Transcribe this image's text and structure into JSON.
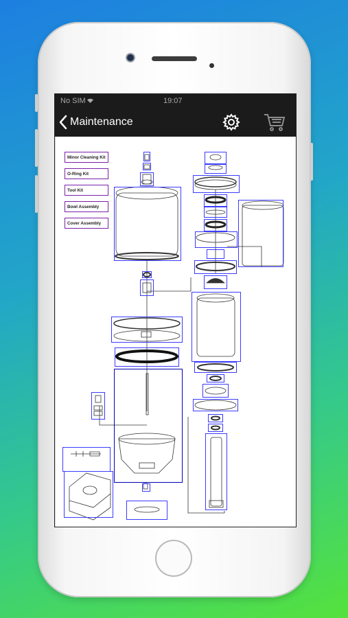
{
  "status_bar": {
    "carrier": "No SIM",
    "wifi_icon": "wifi-icon",
    "time": "19:07"
  },
  "nav": {
    "back_label": "Maintenance",
    "settings_icon": "gear-icon",
    "cart_icon": "cart-icon"
  },
  "kits": [
    {
      "label": "Minor Cleaning Kit"
    },
    {
      "label": "O-Ring Kit"
    },
    {
      "label": "Tool Kit"
    },
    {
      "label": "Bowl Assembly"
    },
    {
      "label": "Cover Assembly"
    }
  ],
  "colors": {
    "nav_bg": "#1b1b1b",
    "kit_border": "#7a1fa8",
    "part_border": "#3a3aff"
  }
}
